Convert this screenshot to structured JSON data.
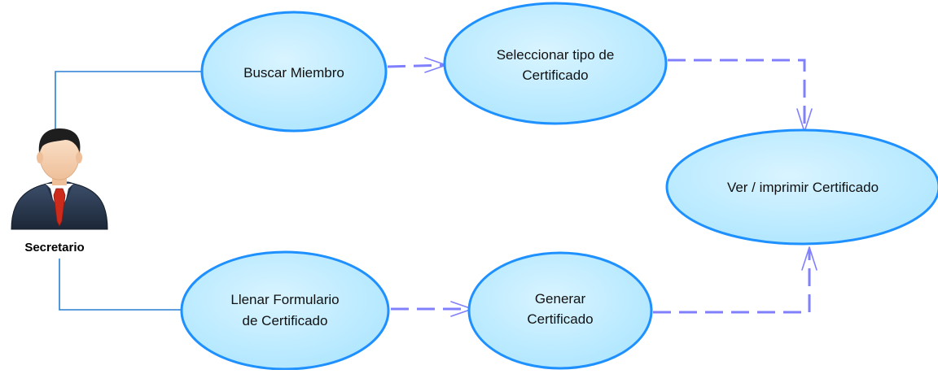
{
  "actor": {
    "label": "Secretario",
    "icon": "businessman-icon"
  },
  "use_cases": {
    "buscar_miembro": {
      "lines": [
        "Buscar Miembro"
      ]
    },
    "seleccionar_tipo": {
      "lines": [
        "Seleccionar tipo de",
        "Certificado"
      ]
    },
    "ver_imprimir": {
      "lines": [
        "Ver / imprimir Certificado"
      ]
    },
    "llenar_formulario": {
      "lines": [
        "Llenar Formulario",
        "de Certificado"
      ]
    },
    "generar_certificado": {
      "lines": [
        "Generar",
        "Certificado"
      ]
    }
  },
  "colors": {
    "ellipse_fill": "#aee6ff",
    "ellipse_stroke": "#1e90ff",
    "association_line": "#2a7fd4",
    "dependency_arrow": "#8080ff",
    "actor_suit": "#2b3b52",
    "actor_tie": "#cc2a1a",
    "actor_skin": "#f6d2b2",
    "actor_hair": "#1e1e1e"
  }
}
